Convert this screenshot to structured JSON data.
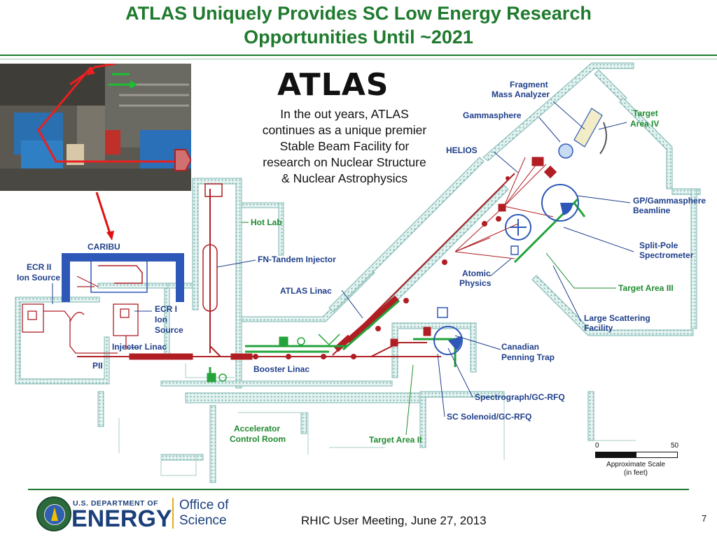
{
  "slide": {
    "title_line1": "ATLAS Uniquely Provides SC Low Energy Research",
    "title_line2": "Opportunities Until ~2021",
    "atlas_word": "ATLAS",
    "blurb_lines": [
      "In the out years, ATLAS",
      "continues as a unique premier",
      "Stable Beam Facility for",
      "research on Nuclear Structure",
      "& Nuclear Astrophysics"
    ]
  },
  "labels": {
    "fragment_mass_analyzer": [
      "Fragment",
      "Mass Analyzer"
    ],
    "gammasphere": "Gammasphere",
    "target_area_iv": [
      "Target",
      "Area IV"
    ],
    "helios": "HELIOS",
    "gp_gammasphere_beamline": [
      "GP/Gammasphere",
      "Beamline"
    ],
    "split_pole": [
      "Split-Pole",
      "Spectrometer"
    ],
    "atomic_physics": [
      "Atomic",
      "Physics"
    ],
    "target_area_iii": "Target Area III",
    "large_scattering": [
      "Large Scattering",
      "Facility"
    ],
    "canadian_penning": [
      "Canadian",
      "Penning Trap"
    ],
    "spectrograph": "Spectrograph/GC-RFQ",
    "sc_solenoid": "SC Solenoid/GC-RFQ",
    "target_area_ii": "Target Area II",
    "accelerator_control": [
      "Accelerator",
      "Control Room"
    ],
    "hot_lab": "Hot Lab",
    "fn_tandem": "FN-Tandem Injector",
    "atlas_linac": "ATLAS Linac",
    "caribu": "CARIBU",
    "ecr_ii": [
      "ECR II",
      "Ion Source"
    ],
    "ecr_i": [
      "ECR I",
      "Ion",
      "Source"
    ],
    "injector_linac": "Injector Linac",
    "pii": "PII",
    "booster_linac": "Booster Linac"
  },
  "scale": {
    "min": "0",
    "max": "50",
    "caption_lines": [
      "Approximate Scale",
      "(in feet)"
    ]
  },
  "footer": {
    "doe_small": "U.S. DEPARTMENT OF",
    "doe_big": "ENERGY",
    "office_line1": "Office of",
    "office_line2": "Science",
    "meeting": "RHIC User Meeting, June 27, 2013",
    "page_number": "7"
  },
  "colors": {
    "title_green": "#1f7a2e",
    "label_blue": "#1f3f8a",
    "beamline_red": "#b01e24",
    "target_green": "#23a33a",
    "caribu_blue": "#2e58b8",
    "wall_teal": "#8fc4c0"
  }
}
